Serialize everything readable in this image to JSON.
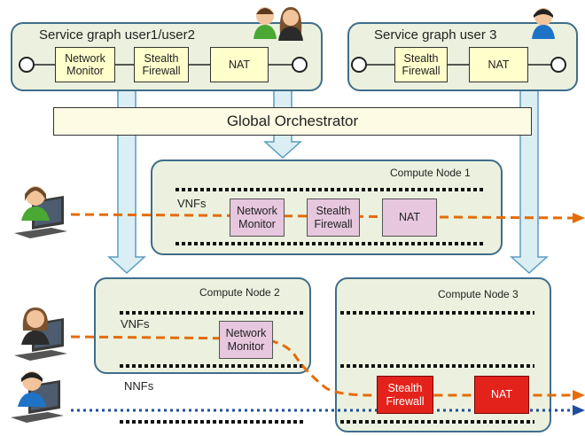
{
  "service_graphs": [
    {
      "title": "Service graph user1/user2",
      "functions": [
        "Network Monitor",
        "Stealth Firewall",
        "NAT"
      ]
    },
    {
      "title": "Service graph user 3",
      "functions": [
        "Stealth Firewall",
        "NAT"
      ]
    }
  ],
  "orchestrator": {
    "label": "Global Orchestrator"
  },
  "compute_nodes": [
    {
      "title": "Compute Node 1",
      "vnf_label": "VNFs",
      "vnfs": [
        "Network Monitor",
        "Stealth Firewall",
        "NAT"
      ]
    },
    {
      "title": "Compute Node 2",
      "vnf_label": "VNFs",
      "vnfs": [
        "Network Monitor"
      ]
    },
    {
      "title": "Compute Node 3",
      "nnfs": [
        "Stealth Firewall",
        "NAT"
      ]
    }
  ],
  "nnf_label": "NNFs",
  "colors": {
    "panel_fill": "#ebf1de",
    "panel_border": "#3f6d8a",
    "vnf_fill": "#e6c7de",
    "nnf_fill": "#e3231b",
    "flow_orange": "#e46c0a",
    "flow_blue": "#1f4e9c",
    "arrow_fill": "#dbeef4"
  },
  "icons": [
    "user-laptop-icon",
    "user-group-icon"
  ]
}
